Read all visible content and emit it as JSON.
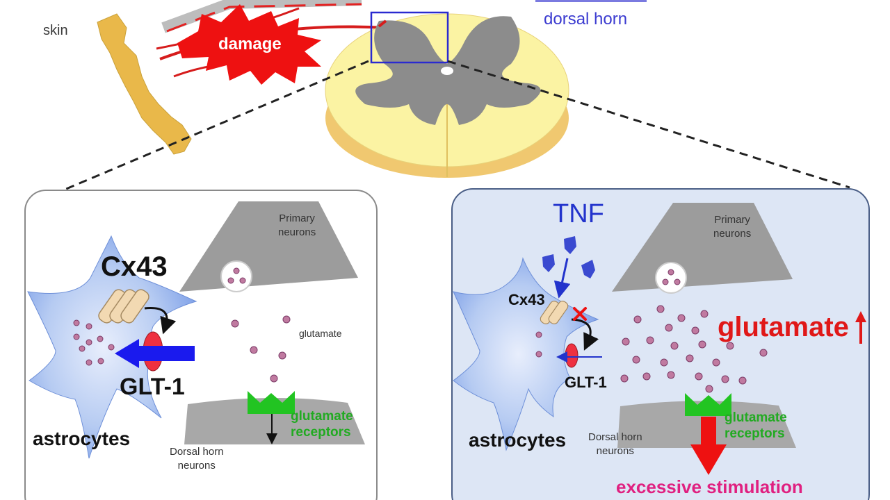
{
  "labels": {
    "skin": "skin",
    "damage": "damage",
    "dorsal_horn_top": "dorsal horn",
    "left_panel": {
      "cx43": "Cx43",
      "glt1": "GLT-1",
      "astrocytes": "astrocytes",
      "primary_neurons_line1": "Primary",
      "primary_neurons_line2": "neurons",
      "glutamate": "glutamate",
      "glutamate_receptors_line1": "glutamate",
      "glutamate_receptors_line2": "receptors",
      "dorsal_horn_neurons_line1": "Dorsal horn",
      "dorsal_horn_neurons_line2": "neurons"
    },
    "right_panel": {
      "tnf": "TNF",
      "cx43": "Cx43",
      "glt1": "GLT-1",
      "astrocytes": "astrocytes",
      "primary_neurons_line1": "Primary",
      "primary_neurons_line2": "neurons",
      "glutamate_increase": "glutamate",
      "glutamate_receptors_line1": "glutamate",
      "glutamate_receptors_line2": "receptors",
      "dorsal_horn_neurons_line1": "Dorsal horn",
      "dorsal_horn_neurons_line2": "neurons",
      "excessive_stimulation": "excessive stimulation"
    }
  },
  "colors": {
    "spinal_cord_white_matter": "#fbf3a3",
    "spinal_cord_edge": "#f0c870",
    "gray_matter": "#8c8c8c",
    "skin": "#e9b84a",
    "damage": "#ee1111",
    "astrocyte": "#a8c4f0",
    "glutamate_dot": "#c07aa0",
    "receptor": "#22c422",
    "transport_arrow": "#1a1aee",
    "right_panel_bg": "#dde6f5",
    "highlight_box": "#2a2ad0"
  },
  "icons": {
    "cx43": "connexin-channel-icon",
    "glt1": "transporter-icon",
    "tnf": "tnf-molecule-icon",
    "block": "x-block-icon"
  }
}
